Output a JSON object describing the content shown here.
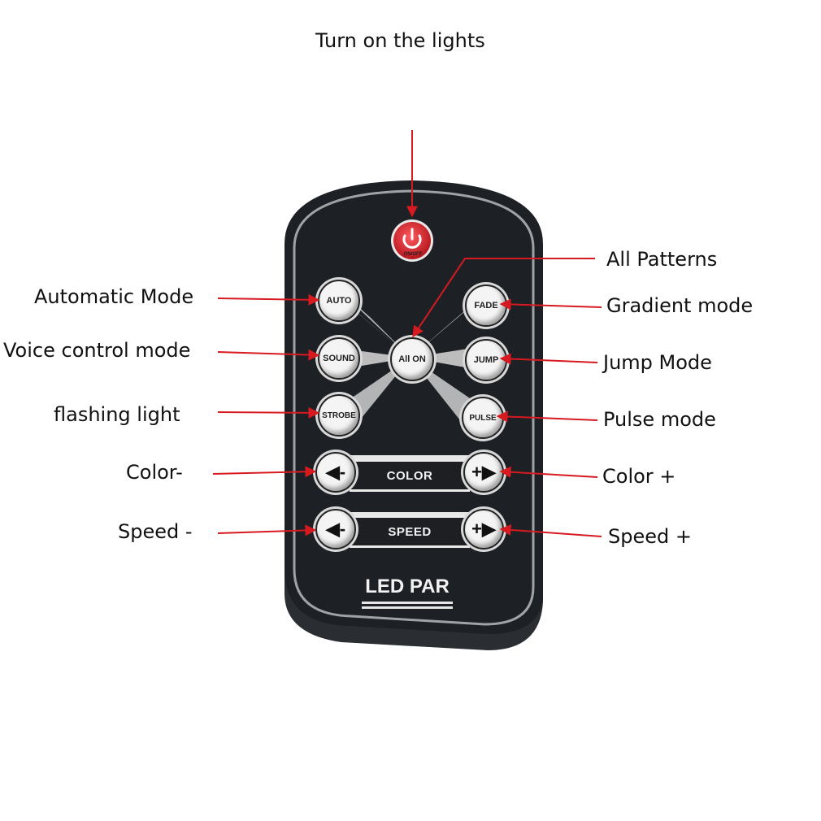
{
  "title": "Turn on the lights",
  "remote": {
    "power_label": "ON/OFF",
    "buttons": {
      "auto": "AUTO",
      "sound": "SOUND",
      "strobe": "STROBE",
      "fade": "FADE",
      "jump": "JUMP",
      "pulse": "PULSE",
      "all_on": "All ON"
    },
    "color_bar": "COLOR",
    "speed_bar": "SPEED",
    "minus": "◀-",
    "plus": "+▶",
    "brand": "LED PAR"
  },
  "labels": {
    "all_patterns": "All Patterns",
    "automatic_mode": "Automatic Mode",
    "gradient_mode": "Gradient mode",
    "voice_control_mode": "Voice control mode",
    "jump_mode": "Jump Mode",
    "flashing_light": "flashing light",
    "pulse_mode": "Pulse mode",
    "color_minus": "Color-",
    "color_plus": "Color +",
    "speed_minus": "Speed -",
    "speed_plus": "Speed +"
  },
  "colors": {
    "arrow": "#d71920",
    "remote_body": "#1d2024",
    "power_button": "#d0262d"
  }
}
